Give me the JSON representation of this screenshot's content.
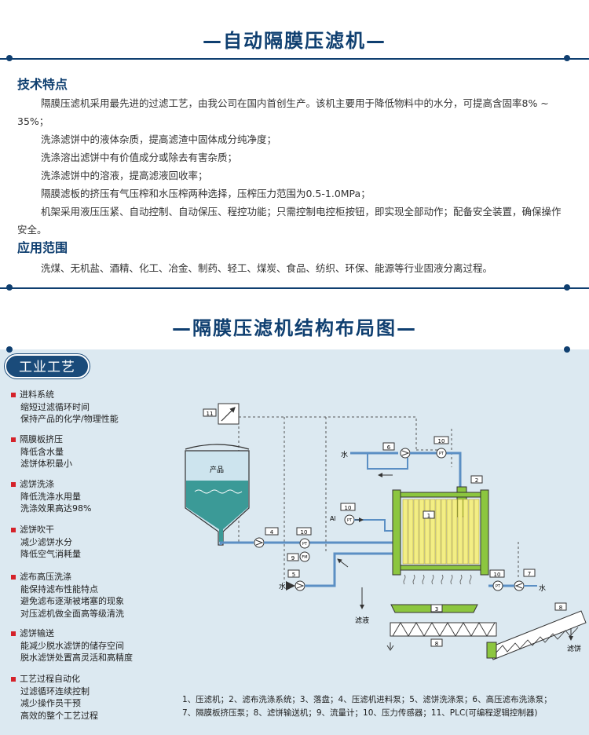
{
  "top": {
    "title": "—自动隔膜压滤机—"
  },
  "tech": {
    "heading": "技术特点",
    "paras": [
      "隔膜压滤机采用最先进的过滤工艺，由我公司在国内首创生产。该机主要用于降低物料中的水分，可提高含固率8% ~ 35%；",
      "洗涤滤饼中的液体杂质，提高滤渣中固体成分纯净度；",
      "洗涤溶出滤饼中有价值成分或除去有害杂质；",
      "洗涤滤饼中的溶液，提高滤液回收率；",
      "隔膜滤板的挤压有气压榨和水压榨两种选择，压榨压力范围为0.5-1.0MPa；",
      "机架采用液压压紧、自动控制、自动保压、程控功能；只需控制电控柜按钮，即实现全部动作；配备安全装置，确保操作安全。"
    ]
  },
  "app": {
    "heading": "应用范围",
    "text": "洗煤、无机盐、酒精、化工、冶金、制药、轻工、煤炭、食品、纺织、环保、能源等行业固液分离过程。"
  },
  "layout_section": {
    "title": "—隔膜压滤机结构布局图—"
  },
  "process": {
    "pill": "工业工艺",
    "groups": [
      {
        "title": "进料系统",
        "lines": [
          "缩短过滤循环时间",
          "保持产品的化学/物理性能"
        ]
      },
      {
        "title": "隔膜板挤压",
        "lines": [
          "降低含水量",
          "滤饼体积最小"
        ]
      },
      {
        "title": "滤饼洗涤",
        "lines": [
          "降低洗涤水用量",
          "洗涤效果高达98%"
        ]
      },
      {
        "title": "滤饼吹干",
        "lines": [
          "减少滤饼水分",
          "降低空气消耗量"
        ]
      },
      {
        "title": "滤布高压洗涤",
        "lines": [
          "能保持滤布性能特点",
          "避免滤布逐渐被堵塞的现象",
          "对压滤机做全面高等级清洗"
        ]
      },
      {
        "title": "滤饼输送",
        "lines": [
          "能减少脱水滤饼的储存空间",
          "脱水滤饼处置高灵活和高精度"
        ]
      },
      {
        "title": "工艺过程自动化",
        "lines": [
          "过滤循环连续控制",
          "减少操作员干预",
          "高效的整个工艺过程"
        ]
      }
    ]
  },
  "diagram": {
    "product": "产品",
    "water": "水",
    "air": "Al",
    "filtrate": "滤液",
    "cake": "滤饼",
    "pt": "PT",
    "fm": "FM",
    "labels": [
      "11",
      "6",
      "10",
      "2",
      "10",
      "1",
      "4",
      "10",
      "9",
      "5",
      "7",
      "10",
      "3",
      "8",
      "8"
    ]
  },
  "legend": {
    "line1": "1、压滤机；2、滤布洗涤系统；3、落盘；4、压滤机进料泵；5、滤饼洗涤泵；6、高压滤布洗涤泵；",
    "line2": "7、隔膜板挤压泵；8、滤饼输送机；9、流量计；10、压力传感器；11、PLC(可编程逻辑控制器)"
  },
  "colors": {
    "navy": "#0f3f70",
    "panel": "#dce9f1",
    "bullet": "#d5222a",
    "green": "#8cc63f",
    "plate": "#f3ee84",
    "pipe": "#5b8fc4"
  }
}
